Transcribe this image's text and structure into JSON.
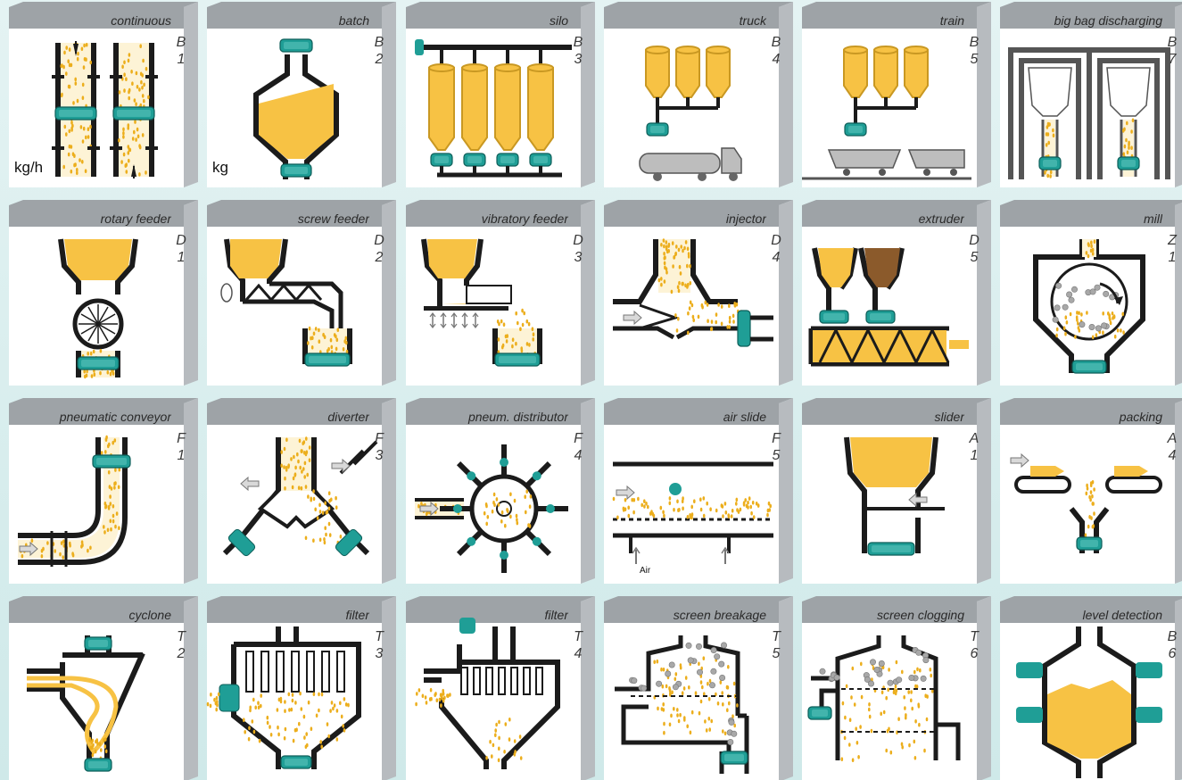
{
  "colors": {
    "product": "#f7c244",
    "product_dark": "#ecae1c",
    "teal": "#1f9e96",
    "line": "#1b1b1b",
    "face": "#ffffff",
    "box_top": "#9ea3a7",
    "box_side": "#b7bbbf",
    "background": "#d6eeee",
    "brown": "#8b5a2b",
    "gray": "#9a9a9a"
  },
  "tiles": [
    {
      "title": "continuous",
      "code": [
        "B",
        "1"
      ],
      "icon": "continuous-flow-icon",
      "units": [
        "kg/h"
      ]
    },
    {
      "title": "batch",
      "code": [
        "B",
        "2"
      ],
      "icon": "batch-hopper-icon",
      "units": [
        "kg"
      ]
    },
    {
      "title": "silo",
      "code": [
        "B",
        "3"
      ],
      "icon": "silo-array-icon",
      "units": []
    },
    {
      "title": "truck",
      "code": [
        "B",
        "4"
      ],
      "icon": "truck-loading-icon",
      "units": []
    },
    {
      "title": "train",
      "code": [
        "B",
        "5"
      ],
      "icon": "train-loading-icon",
      "units": []
    },
    {
      "title": "big bag discharging",
      "code": [
        "B",
        "7"
      ],
      "icon": "big-bag-icon",
      "units": []
    },
    {
      "title": "rotary feeder",
      "code": [
        "D",
        "1"
      ],
      "icon": "rotary-feeder-icon",
      "units": []
    },
    {
      "title": "screw feeder",
      "code": [
        "D",
        "2"
      ],
      "icon": "screw-feeder-icon",
      "units": []
    },
    {
      "title": "vibratory feeder",
      "code": [
        "D",
        "3"
      ],
      "icon": "vibratory-feeder-icon",
      "units": []
    },
    {
      "title": "injector",
      "code": [
        "D",
        "4"
      ],
      "icon": "injector-icon",
      "units": []
    },
    {
      "title": "extruder",
      "code": [
        "D",
        "5"
      ],
      "icon": "extruder-icon",
      "units": []
    },
    {
      "title": "mill",
      "code": [
        "Z",
        "1"
      ],
      "icon": "mill-icon",
      "units": []
    },
    {
      "title": "pneumatic conveyor",
      "code": [
        "F",
        "1"
      ],
      "icon": "pneumatic-conveyor-icon",
      "units": []
    },
    {
      "title": "diverter",
      "code": [
        "F",
        "3"
      ],
      "icon": "diverter-icon",
      "units": []
    },
    {
      "title": "pneum. distributor",
      "code": [
        "F",
        "4"
      ],
      "icon": "pneumatic-distributor-icon",
      "units": []
    },
    {
      "title": "air slide",
      "code": [
        "F",
        "5"
      ],
      "icon": "air-slide-icon",
      "units": [
        "Air"
      ]
    },
    {
      "title": "slider",
      "code": [
        "A",
        "1"
      ],
      "icon": "slider-gate-icon",
      "units": []
    },
    {
      "title": "packing",
      "code": [
        "A",
        "4"
      ],
      "icon": "packing-icon",
      "units": []
    },
    {
      "title": "cyclone",
      "code": [
        "T",
        "2"
      ],
      "icon": "cyclone-icon",
      "units": []
    },
    {
      "title": "filter",
      "code": [
        "T",
        "3"
      ],
      "icon": "bag-filter-icon",
      "units": []
    },
    {
      "title": "filter",
      "code": [
        "T",
        "4"
      ],
      "icon": "cartridge-filter-icon",
      "units": []
    },
    {
      "title": "screen breakage",
      "code": [
        "T",
        "5"
      ],
      "icon": "screen-breakage-icon",
      "units": []
    },
    {
      "title": "screen clogging",
      "code": [
        "T",
        "6"
      ],
      "icon": "screen-clogging-icon",
      "units": []
    },
    {
      "title": "level detection",
      "code": [
        "B",
        "6"
      ],
      "icon": "level-detection-icon",
      "units": []
    }
  ]
}
